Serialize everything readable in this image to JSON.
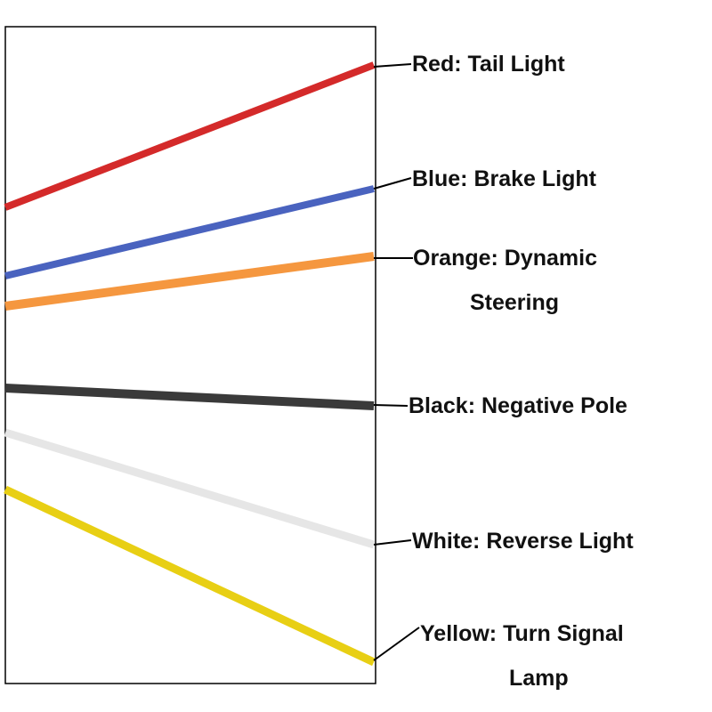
{
  "wires": [
    {
      "id": "red",
      "color": "#d42a2a",
      "label_line1": "Red: Tail Light",
      "label_line2": ""
    },
    {
      "id": "blue",
      "color": "#4a63bf",
      "label_line1": "Blue: Brake Light",
      "label_line2": ""
    },
    {
      "id": "orange",
      "color": "#f5973f",
      "label_line1": "Orange: Dynamic",
      "label_line2": "Steering"
    },
    {
      "id": "black",
      "color": "#3a3a3a",
      "label_line1": "Black: Negative Pole",
      "label_line2": ""
    },
    {
      "id": "white",
      "color": "#e6e6e6",
      "label_line1": "White: Reverse Light",
      "label_line2": ""
    },
    {
      "id": "yellow",
      "color": "#e8cf14",
      "label_line1": "Yellow: Turn Signal",
      "label_line2": "Lamp"
    }
  ],
  "frame_color": "#000000",
  "leader_color": "#000000"
}
